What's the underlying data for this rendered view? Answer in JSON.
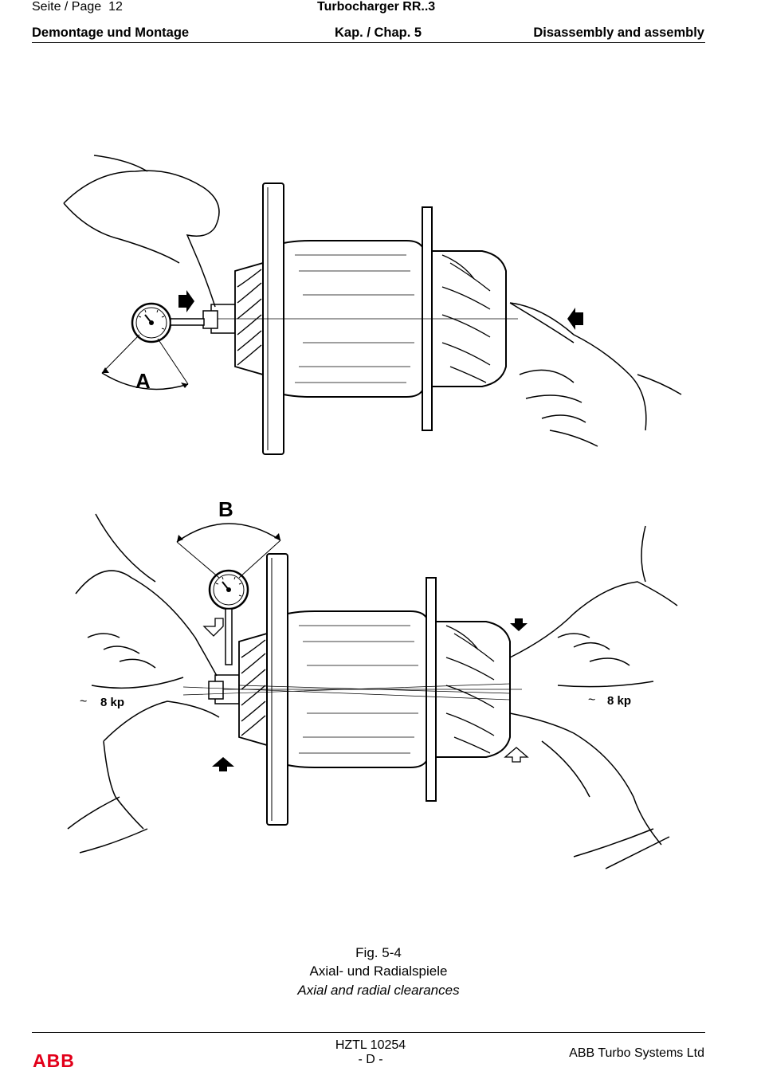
{
  "header": {
    "page_label": "Seite / Page",
    "page_number": "12",
    "doc_title": "Turbocharger RR..3",
    "section_de": "Demontage und Montage",
    "chapter": "Kap. / Chap. 5",
    "section_en": "Disassembly and assembly"
  },
  "figure": {
    "label_a": "A",
    "label_b": "B",
    "force_left": "8 kp",
    "force_right": "8 kp",
    "number": "Fig. 5-4",
    "caption_de": "Axial- und Radialspiele",
    "caption_en": "Axial and radial clearances"
  },
  "footer": {
    "logo": "ABB",
    "doc_number": "HZTL 10254",
    "language": "- D -",
    "company": "ABB Turbo Systems Ltd"
  },
  "colors": {
    "logo_red": "#e2001a",
    "ink": "#000000"
  }
}
